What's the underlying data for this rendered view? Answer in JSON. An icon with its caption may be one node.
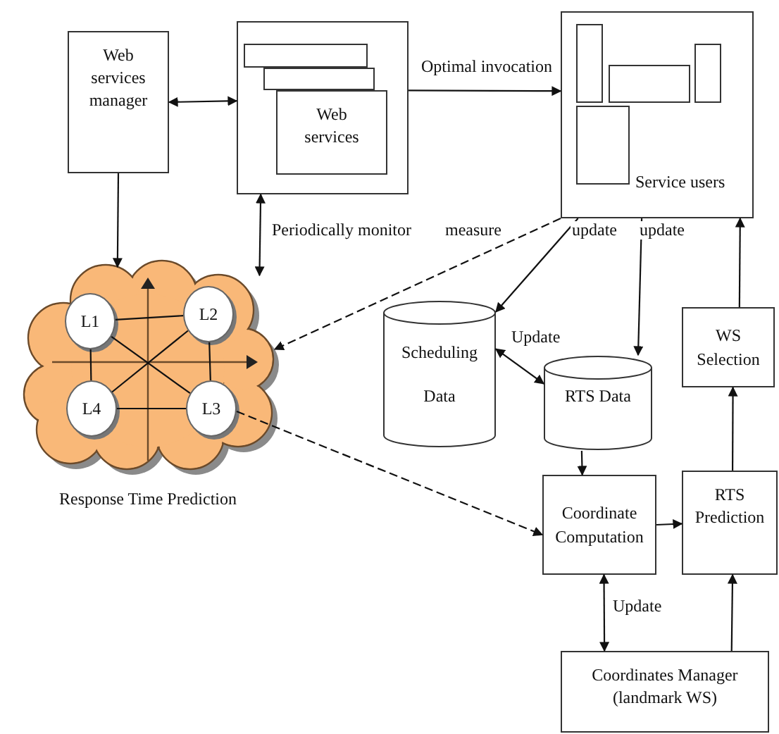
{
  "diagram": {
    "nodes": [
      {
        "text": [
          "Web services manager"
        ]
      },
      {
        "text": [],
        "shape": "box"
      },
      {
        "text": [],
        "shape": "box",
        "in": 1
      },
      {
        "text": [],
        "shape": "box",
        "in": 1
      },
      {
        "text": [
          "Web services"
        ],
        "in": 1
      },
      {
        "text": [
          "Service users"
        ]
      },
      {
        "text": [],
        "shape": "box",
        "in": 5
      },
      {
        "text": [],
        "shape": "box",
        "in": 5
      },
      {
        "text": [],
        "shape": "box",
        "in": 5
      },
      {
        "text": [],
        "shape": "box",
        "in": 5
      },
      {
        "text": [
          "Response Time Prediction"
        ]
      },
      {
        "text": [
          "L1"
        ],
        "in": 10
      },
      {
        "text": [
          "L2"
        ],
        "in": 10
      },
      {
        "text": [
          "L4"
        ],
        "in": 10
      },
      {
        "text": [
          "L3"
        ],
        "in": 10
      },
      {
        "text": [
          "Scheduling Data"
        ]
      },
      {
        "text": [
          "RTS Data"
        ]
      },
      {
        "text": [
          "Coordinate Computation"
        ]
      },
      {
        "text": [
          "RTS Prediction"
        ]
      },
      {
        "text": [
          "WS Selection"
        ]
      },
      {
        "text": [
          "Coordinates Manager (landmark WS)"
        ]
      }
    ],
    "edges": [
      {
        "from": 0,
        "to": 10,
        "arrow": "to"
      },
      {
        "from": 0,
        "to": 1,
        "arrow": "both"
      },
      {
        "from": 1,
        "to": 5,
        "arrow": "to",
        "label": "Optimal invocation"
      },
      {
        "from": 1,
        "to": 10,
        "arrow": "both",
        "label": "Periodically monitor"
      },
      {
        "from": 5,
        "to": 10,
        "arrow": "to",
        "label": "measure",
        "style": "dashed"
      },
      {
        "from": 5,
        "to": 15,
        "arrow": "to",
        "label": "update"
      },
      {
        "from": 5,
        "to": 16,
        "arrow": "to",
        "label": "update"
      },
      {
        "from": 19,
        "to": 5,
        "arrow": "to"
      },
      {
        "from": 15,
        "to": 16,
        "arrow": "both",
        "label": "Update"
      },
      {
        "from": 16,
        "to": 17,
        "arrow": "to"
      },
      {
        "from": 14,
        "to": 17,
        "arrow": "to",
        "style": "dashed"
      },
      {
        "from": 17,
        "to": 18,
        "arrow": "to"
      },
      {
        "from": 18,
        "to": 19,
        "arrow": "to"
      },
      {
        "from": 17,
        "to": 20,
        "arrow": "both",
        "label": "Update"
      },
      {
        "from": 20,
        "to": 18,
        "arrow": "to"
      },
      {
        "from": 11,
        "to": 12,
        "arrow": "none"
      },
      {
        "from": 11,
        "to": 13,
        "arrow": "none"
      },
      {
        "from": 11,
        "to": 14,
        "arrow": "none"
      },
      {
        "from": 12,
        "to": 13,
        "arrow": "none"
      },
      {
        "from": 12,
        "to": 14,
        "arrow": "none"
      },
      {
        "from": 13,
        "to": 14,
        "arrow": "none"
      }
    ]
  }
}
